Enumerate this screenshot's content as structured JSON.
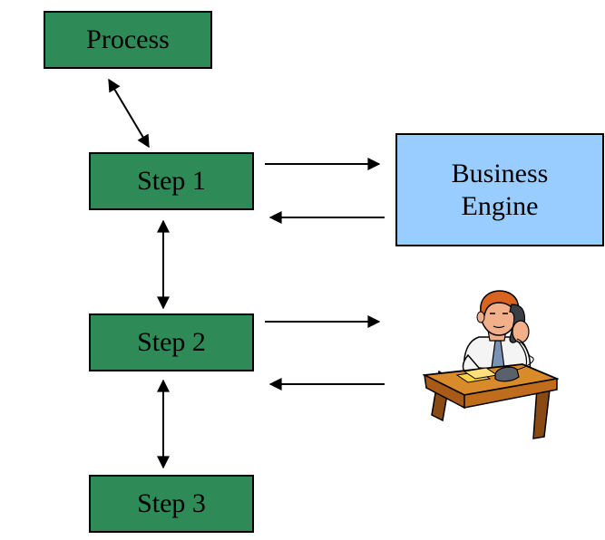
{
  "nodes": {
    "process": "Process",
    "step1": "Step 1",
    "step2": "Step 2",
    "step3": "Step 3",
    "engine_line1": "Business",
    "engine_line2": "Engine"
  },
  "colors": {
    "step_fill": "#2e8b57",
    "engine_fill": "#99ccff",
    "stroke": "#000000"
  },
  "icons": {
    "clerk": "person-on-phone-at-desk-icon"
  }
}
